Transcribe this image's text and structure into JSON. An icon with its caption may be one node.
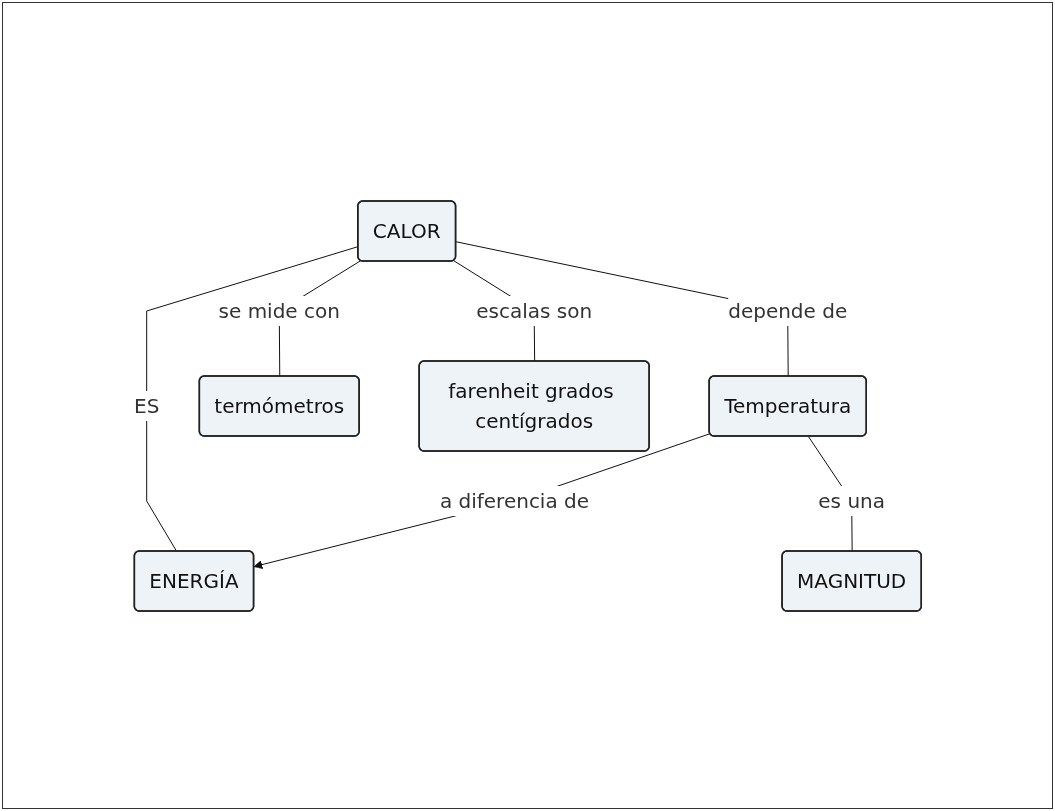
{
  "diagram": {
    "nodes": [
      {
        "text": [
          "CALOR"
        ]
      },
      {
        "text": [
          "ENERGÍA"
        ]
      },
      {
        "text": [
          "Temperatura"
        ]
      },
      {
        "text": [
          "termómetros"
        ]
      },
      {
        "text": [
          "farenheit grados centígrados"
        ]
      },
      {
        "text": [
          "MAGNITUD"
        ]
      }
    ],
    "edges": [
      {
        "from": 0,
        "to": 1,
        "label": "ES",
        "arrow": "none"
      },
      {
        "from": 0,
        "to": 4,
        "label": "escalas son",
        "arrow": "none"
      },
      {
        "from": 0,
        "to": 3,
        "label": "se mide con",
        "arrow": "none"
      },
      {
        "from": 0,
        "to": 2,
        "label": "depende de",
        "arrow": "none"
      },
      {
        "from": 2,
        "to": 5,
        "label": "es una",
        "arrow": "none"
      },
      {
        "from": 2,
        "to": 1,
        "label": "a diferencia de",
        "arrow": "to"
      }
    ]
  }
}
